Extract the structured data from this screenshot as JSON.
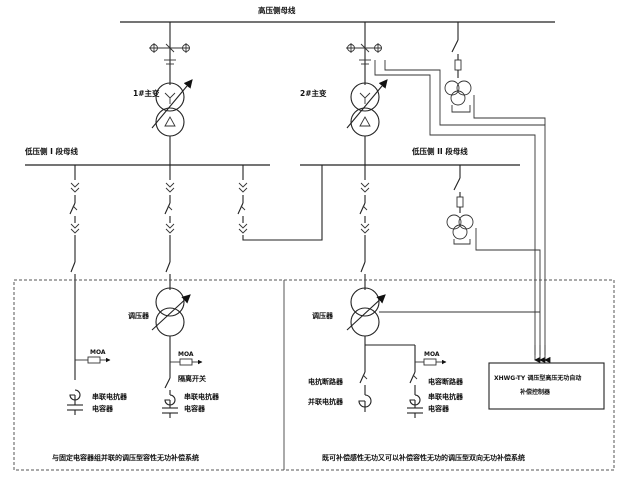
{
  "buses": {
    "hv": "高压侧母线",
    "lv1": "低压侧 I 段母线",
    "lv2": "低压侧 II 段母线"
  },
  "transformers": {
    "t1": "1#主变",
    "t2": "2#主变"
  },
  "regulators": {
    "left": "调压器",
    "right": "调压器"
  },
  "devices": {
    "mdoa_left": "MOA",
    "mdoa_mid": "MOA",
    "mdoa_right": "MOA",
    "series_reactor_1": "串联电抗器",
    "capacitor_1": "电容器",
    "isolating_switch": "隔离开关",
    "series_reactor_2": "串联电抗器",
    "capacitor_2": "电容器",
    "reactor_breaker": "电抗断路器",
    "shunt_reactor": "并联电抗器",
    "capacitor_breaker": "电容断路器",
    "series_reactor_3": "串联电抗器",
    "capacitor_3": "电容器"
  },
  "controller": {
    "line1": "XHWG-TY 调压型高压无功自动",
    "line2": "补偿控制器"
  },
  "captions": {
    "left": "与固定电容器组并联的调压型容性无功补偿系统",
    "right": "既可补偿感性无功又可以补偿容性无功的调压型双向无功补偿系统"
  }
}
